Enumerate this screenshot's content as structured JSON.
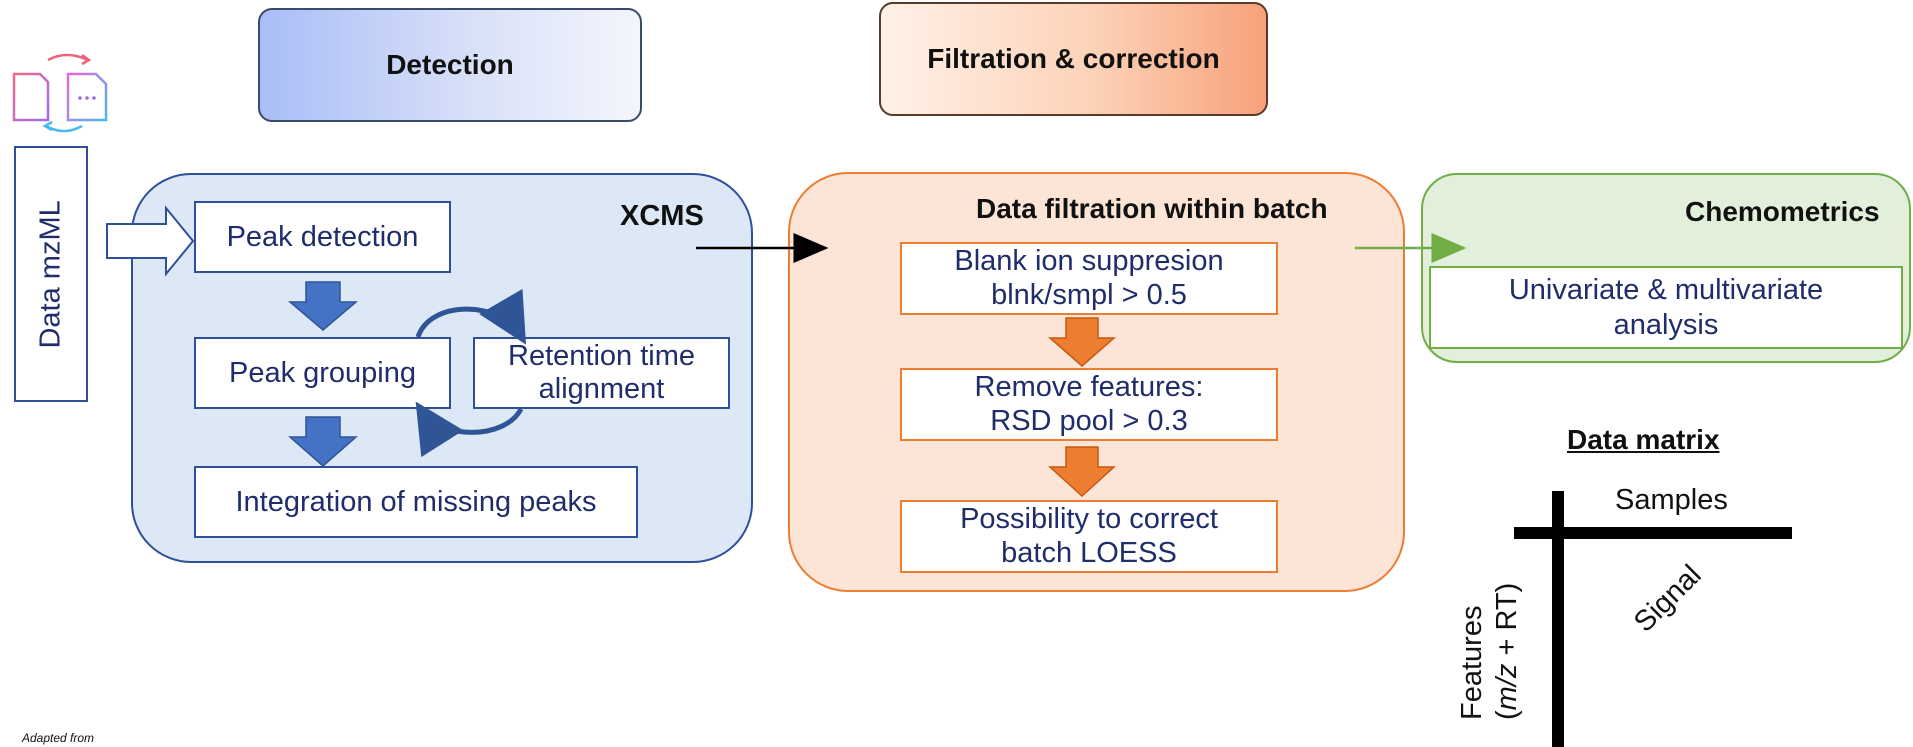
{
  "headers": {
    "detection": "Detection",
    "filtration": "Filtration & correction"
  },
  "input": {
    "label": "Data mzML"
  },
  "xcms": {
    "title": "XCMS",
    "peak_detection": "Peak detection",
    "peak_grouping": "Peak grouping",
    "retention_line1": "Retention time",
    "retention_line2": "alignment",
    "integration": "Integration of missing peaks"
  },
  "filtration": {
    "title": "Data filtration within batch",
    "blank_line1": "Blank ion suppresion",
    "blank_line2": "blnk/smpl > 0.5",
    "remove_line1": "Remove features:",
    "remove_line2": "RSD pool > 0.3",
    "correct_line1": "Possibility to correct",
    "correct_line2": "batch LOESS"
  },
  "chemometrics": {
    "title": "Chemometrics",
    "analysis_line1": "Univariate & multivariate",
    "analysis_line2": "analysis"
  },
  "matrix": {
    "title": "Data matrix",
    "samples": "Samples",
    "signal": "Signal",
    "features_line1": "Features",
    "features_line2_prefix": "(",
    "features_line2_italic": "m/z",
    "features_line2_suffix": " + RT)"
  },
  "footer": {
    "adapted": "Adapted from"
  },
  "colors": {
    "blue_panel": "#dce8f6",
    "blue_border": "#2f4f9a",
    "blue_arrow": "#4472c4",
    "orange_panel": "#fce4d6",
    "orange_border": "#ed7d31",
    "green_panel": "#e2efda",
    "green_border": "#70ad47",
    "text_navy": "#1f2d6b"
  }
}
